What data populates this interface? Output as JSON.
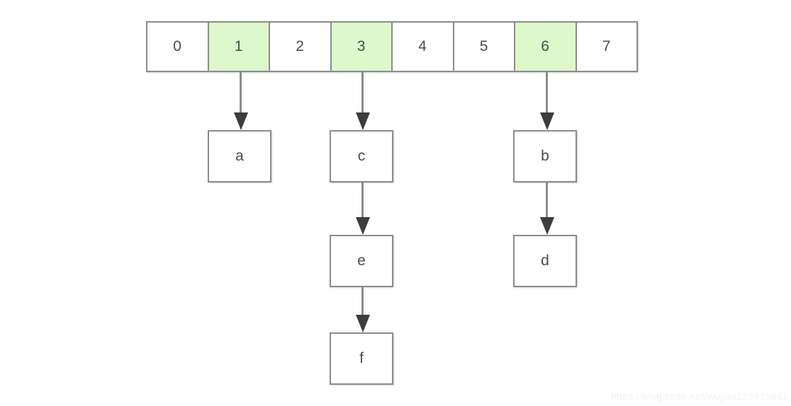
{
  "diagram": {
    "type": "hash-table-separate-chaining",
    "background_color": "#ffffff",
    "border_color": "#8c8c8c",
    "text_color": "#4c4c4c",
    "filled_cell_color": "#ddf8cb",
    "empty_cell_color": "#ffffff",
    "arrow_color": "#3d3d3d"
  },
  "bucket_array": {
    "cells": [
      {
        "index": "0",
        "filled": false
      },
      {
        "index": "1",
        "filled": true
      },
      {
        "index": "2",
        "filled": false
      },
      {
        "index": "3",
        "filled": true
      },
      {
        "index": "4",
        "filled": false
      },
      {
        "index": "5",
        "filled": false
      },
      {
        "index": "6",
        "filled": true
      },
      {
        "index": "7",
        "filled": false
      }
    ]
  },
  "chains": [
    {
      "bucket": "1",
      "nodes": [
        "a"
      ]
    },
    {
      "bucket": "3",
      "nodes": [
        "c",
        "e",
        "f"
      ]
    },
    {
      "bucket": "6",
      "nodes": [
        "b",
        "d"
      ]
    }
  ],
  "nodes": {
    "a": "a",
    "b": "b",
    "c": "c",
    "d": "d",
    "e": "e",
    "f": "f"
  },
  "watermark": {
    "text": "https://blog.csdn.net/wojiao228925661"
  }
}
